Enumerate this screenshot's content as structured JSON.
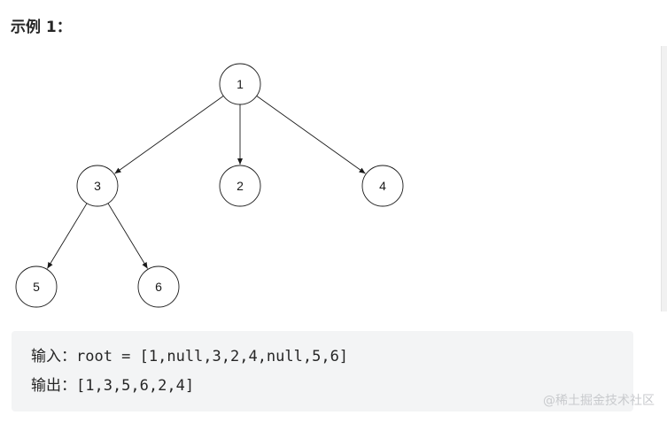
{
  "heading": "示例 1：",
  "tree": {
    "nodes": [
      {
        "id": "1",
        "label": "1"
      },
      {
        "id": "3",
        "label": "3"
      },
      {
        "id": "2",
        "label": "2"
      },
      {
        "id": "4",
        "label": "4"
      },
      {
        "id": "5",
        "label": "5"
      },
      {
        "id": "6",
        "label": "6"
      }
    ],
    "edges": [
      [
        "1",
        "3"
      ],
      [
        "1",
        "2"
      ],
      [
        "1",
        "4"
      ],
      [
        "3",
        "5"
      ],
      [
        "3",
        "6"
      ]
    ]
  },
  "example": {
    "input_line": "输入：root = [1,null,3,2,4,null,5,6]",
    "output_line": "输出：[1,3,5,6,2,4]"
  },
  "watermark": "@稀土掘金技术社区"
}
